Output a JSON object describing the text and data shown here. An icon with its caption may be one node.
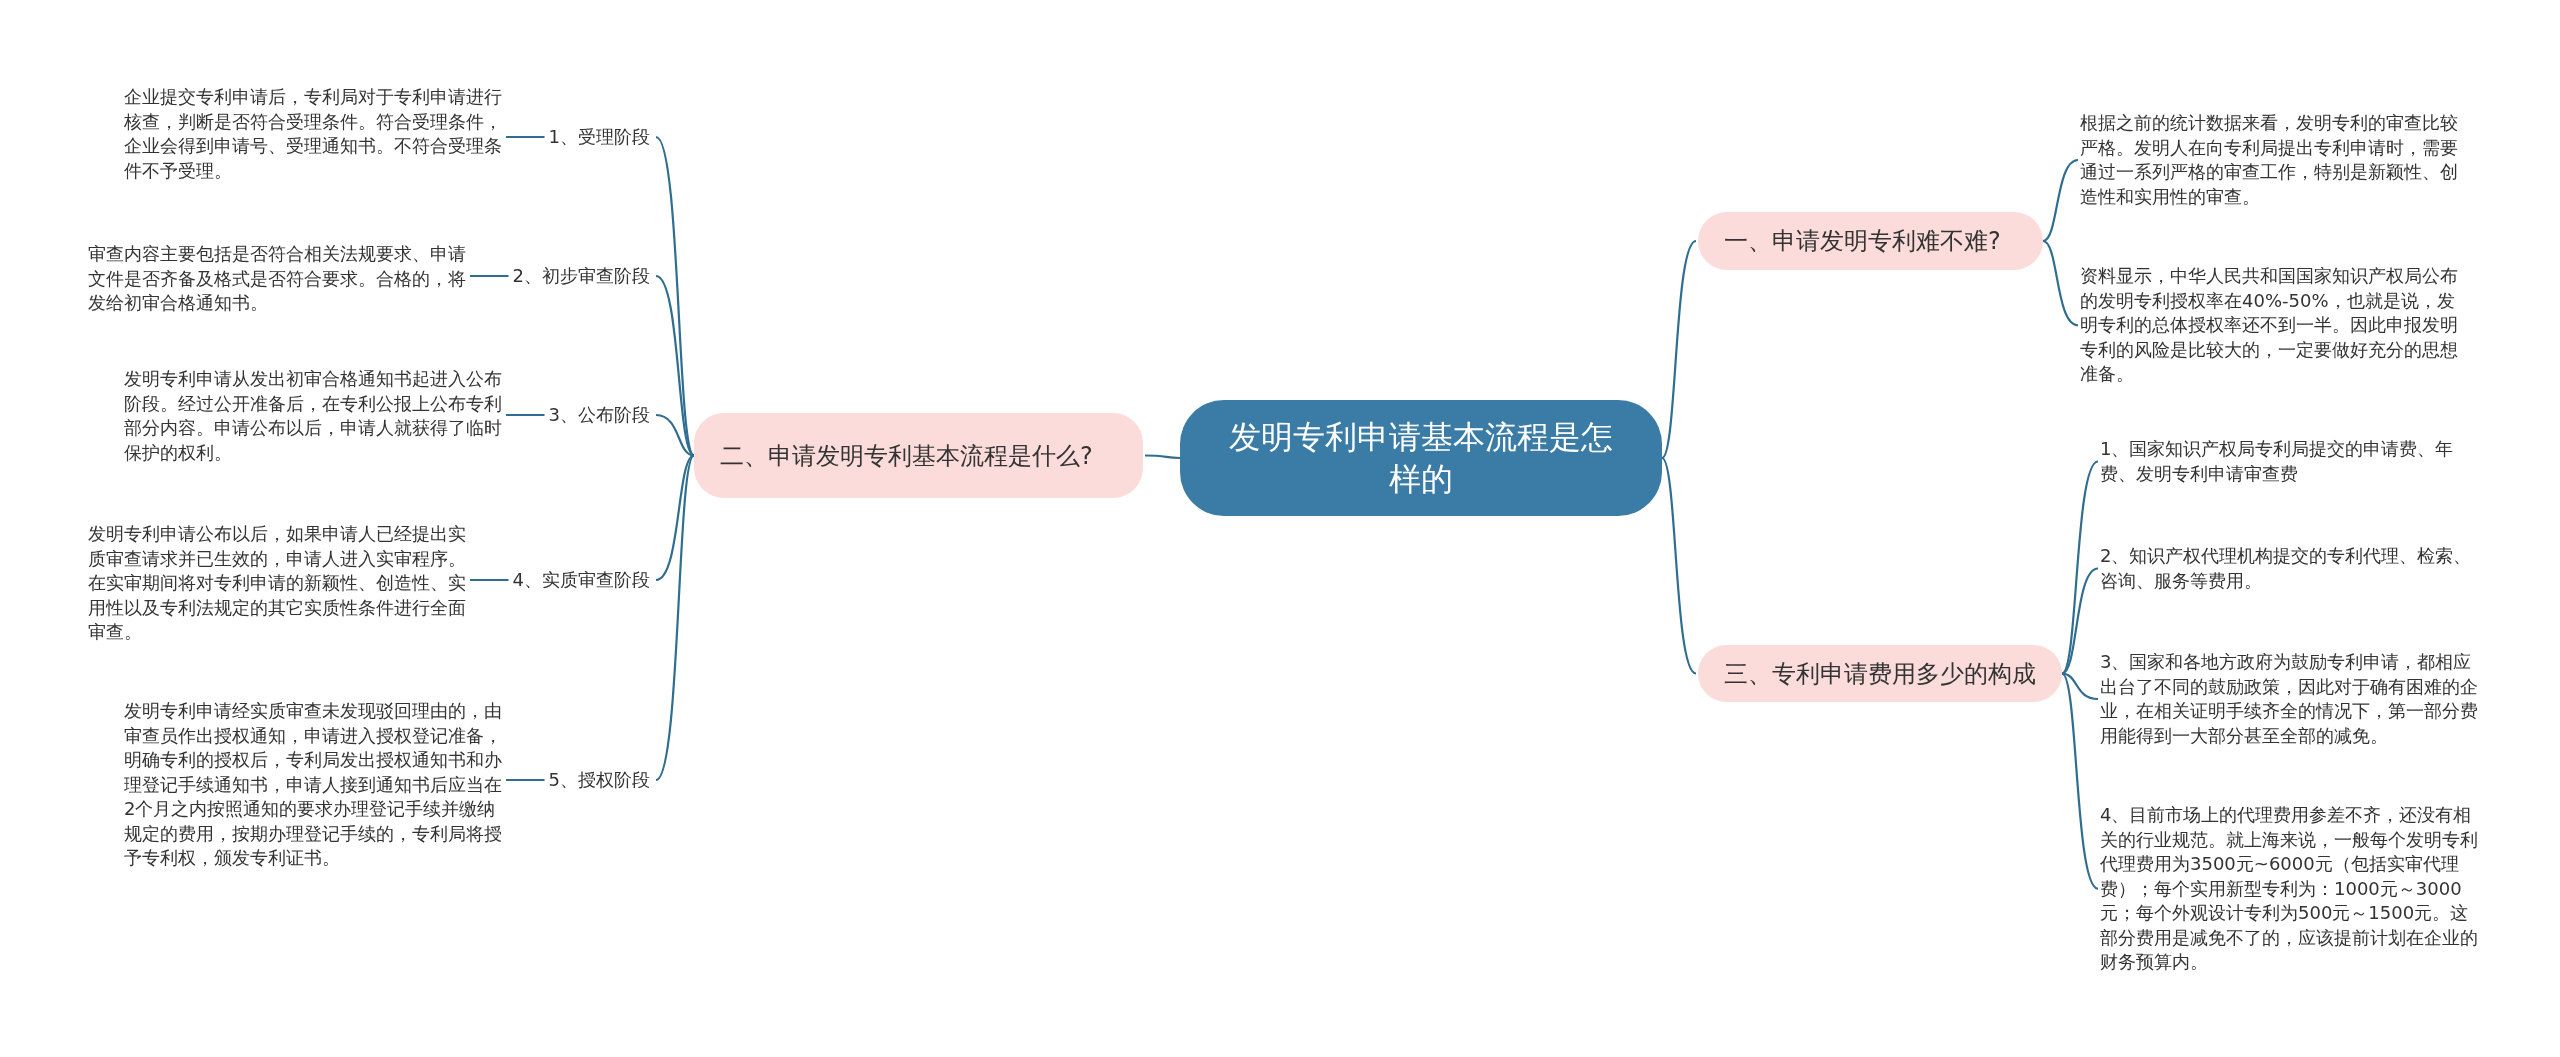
{
  "diagram": {
    "nodes": [
      {
        "text": [
          "发明专利申请基本流程是怎样的"
        ]
      },
      {
        "text": [
          "一、申请发明专利难不难?"
        ]
      },
      {
        "text": [
          "根据之前的统计数据来看，发明专利的审查比较严格。发明人在向专利局提出专利申请时，需要通过一系列严格的审查工作，特别是新颖性、创造性和实用性的审查。"
        ]
      },
      {
        "text": [
          "资料显示，中华人民共和国国家知识产权局公布的发明专利授权率在40%-50%，也就是说，发明专利的总体授权率还不到一半。因此申报发明专利的风险是比较大的，一定要做好充分的思想准备。"
        ]
      },
      {
        "text": [
          "二、申请发明专利基本流程是什么?"
        ]
      },
      {
        "text": [
          "1、受理阶段"
        ]
      },
      {
        "text": [
          "企业提交专利申请后，专利局对于专利申请进行核查，判断是否符合受理条件。符合受理条件，企业会得到申请号、受理通知书。不符合受理条件不予受理。"
        ]
      },
      {
        "text": [
          "2、初步审查阶段"
        ]
      },
      {
        "text": [
          "审查内容主要包括是否符合相关法规要求、申请文件是否齐备及格式是否符合要求。合格的，将发给初审合格通知书。"
        ]
      },
      {
        "text": [
          "3、公布阶段"
        ]
      },
      {
        "text": [
          "发明专利申请从发出初审合格通知书起进入公布阶段。经过公开准备后，在专利公报上公布专利部分内容。申请公布以后，申请人就获得了临时保护的权利。"
        ]
      },
      {
        "text": [
          "4、实质审查阶段"
        ]
      },
      {
        "text": [
          "发明专利申请公布以后，如果申请人已经提出实质审查请求并已生效的，申请人进入实审程序。在实审期间将对专利申请的新颖性、创造性、实用性以及专利法规定的其它实质性条件进行全面审查。"
        ]
      },
      {
        "text": [
          "5、授权阶段"
        ]
      },
      {
        "text": [
          "发明专利申请经实质审查未发现驳回理由的，由审查员作出授权通知，申请进入授权登记准备，明确专利的授权后，专利局发出授权通知书和办理登记手续通知书，申请人接到通知书后应当在2个月之内按照通知的要求办理登记手续并缴纳规定的费用，按期办理登记手续的，专利局将授予专利权，颁发专利证书。"
        ]
      },
      {
        "text": [
          "三、专利申请费用多少的构成"
        ]
      },
      {
        "text": [
          "1、国家知识产权局专利局提交的申请费、年费、发明专利申请审查费"
        ]
      },
      {
        "text": [
          "2、知识产权代理机构提交的专利代理、检索、咨询、服务等费用。"
        ]
      },
      {
        "text": [
          "3、国家和各地方政府为鼓励专利申请，都相应出台了不同的鼓励政策，因此对于确有困难的企业，在相关证明手续齐全的情况下，第一部分费用能得到一大部分甚至全部的减免。"
        ]
      },
      {
        "text": [
          "4、目前市场上的代理费用参差不齐，还没有相关的行业规范。就上海来说，一般每个发明专利代理费用为3500元~6000元（包括实审代理费）；每个实用新型专利为：1000元～3000元；每个外观设计专利为500元～1500元。这部分费用是减免不了的，应该提前计划在企业的财务预算内。"
        ]
      }
    ],
    "edges": [
      {
        "from": 0,
        "to": 1,
        "arrow": "none"
      },
      {
        "from": 1,
        "to": 2,
        "arrow": "none"
      },
      {
        "from": 1,
        "to": 3,
        "arrow": "none"
      },
      {
        "from": 0,
        "to": 4,
        "arrow": "none"
      },
      {
        "from": 4,
        "to": 5,
        "arrow": "none"
      },
      {
        "from": 5,
        "to": 6,
        "arrow": "none"
      },
      {
        "from": 4,
        "to": 7,
        "arrow": "none"
      },
      {
        "from": 7,
        "to": 8,
        "arrow": "none"
      },
      {
        "from": 4,
        "to": 9,
        "arrow": "none"
      },
      {
        "from": 9,
        "to": 10,
        "arrow": "none"
      },
      {
        "from": 4,
        "to": 11,
        "arrow": "none"
      },
      {
        "from": 11,
        "to": 12,
        "arrow": "none"
      },
      {
        "from": 4,
        "to": 13,
        "arrow": "none"
      },
      {
        "from": 13,
        "to": 14,
        "arrow": "none"
      },
      {
        "from": 0,
        "to": 15,
        "arrow": "none"
      },
      {
        "from": 15,
        "to": 16,
        "arrow": "none"
      },
      {
        "from": 15,
        "to": 17,
        "arrow": "none"
      },
      {
        "from": 15,
        "to": 18,
        "arrow": "none"
      },
      {
        "from": 15,
        "to": 19,
        "arrow": "none"
      }
    ]
  }
}
